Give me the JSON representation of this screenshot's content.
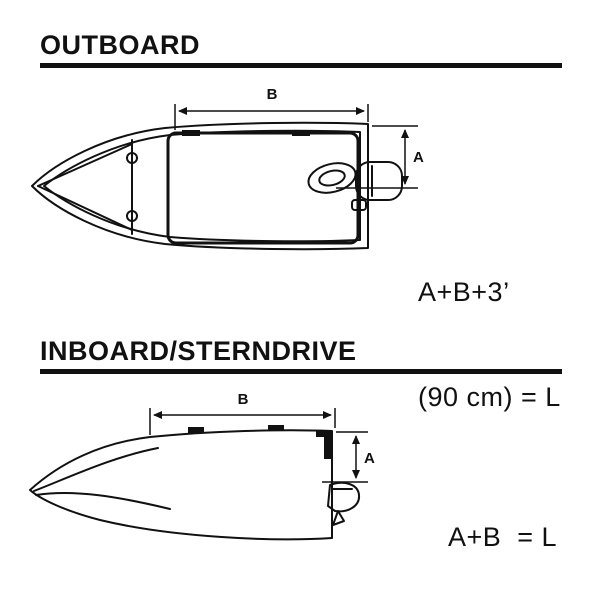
{
  "outboard": {
    "title": "OUTBOARD",
    "dim_b": "B",
    "dim_a": "A",
    "formula_line1": "A+B+3’",
    "formula_line2": "(90 cm) = L"
  },
  "inboard": {
    "title": "INBOARD/STERNDRIVE",
    "dim_b": "B",
    "dim_a": "A",
    "formula": "A+B  = L"
  },
  "colors": {
    "ink": "#111111",
    "background": "#ffffff"
  }
}
